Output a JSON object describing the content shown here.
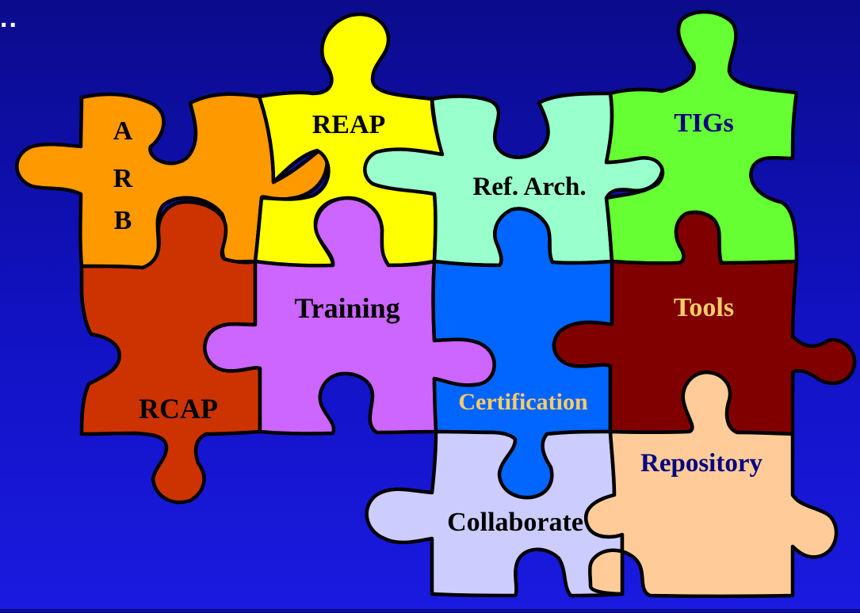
{
  "corner_text": "..",
  "pieces": [
    {
      "id": "arb",
      "label": "A R B",
      "color": "#ff9900",
      "text_color": "#000000"
    },
    {
      "id": "reap",
      "label": "REAP",
      "color": "#ffff00",
      "text_color": "#000000"
    },
    {
      "id": "ref-arch",
      "label": "Ref. Arch.",
      "color": "#99ffcc",
      "text_color": "#000000"
    },
    {
      "id": "tigs",
      "label": "TIGs",
      "color": "#66ff33",
      "text_color": "#000080"
    },
    {
      "id": "rcap",
      "label": "RCAP",
      "color": "#cc3300",
      "text_color": "#000000"
    },
    {
      "id": "training",
      "label": "Training",
      "color": "#cc66ff",
      "text_color": "#000000"
    },
    {
      "id": "certification",
      "label": "Certification",
      "color": "#0066ff",
      "text_color": "#ffcc66"
    },
    {
      "id": "tools",
      "label": "Tools",
      "color": "#800000",
      "text_color": "#ffcc66"
    },
    {
      "id": "collaborate",
      "label": "Collaborate",
      "color": "#ccccff",
      "text_color": "#000000"
    },
    {
      "id": "repository",
      "label": "Repository",
      "color": "#ffcc99",
      "text_color": "#000080"
    }
  ]
}
